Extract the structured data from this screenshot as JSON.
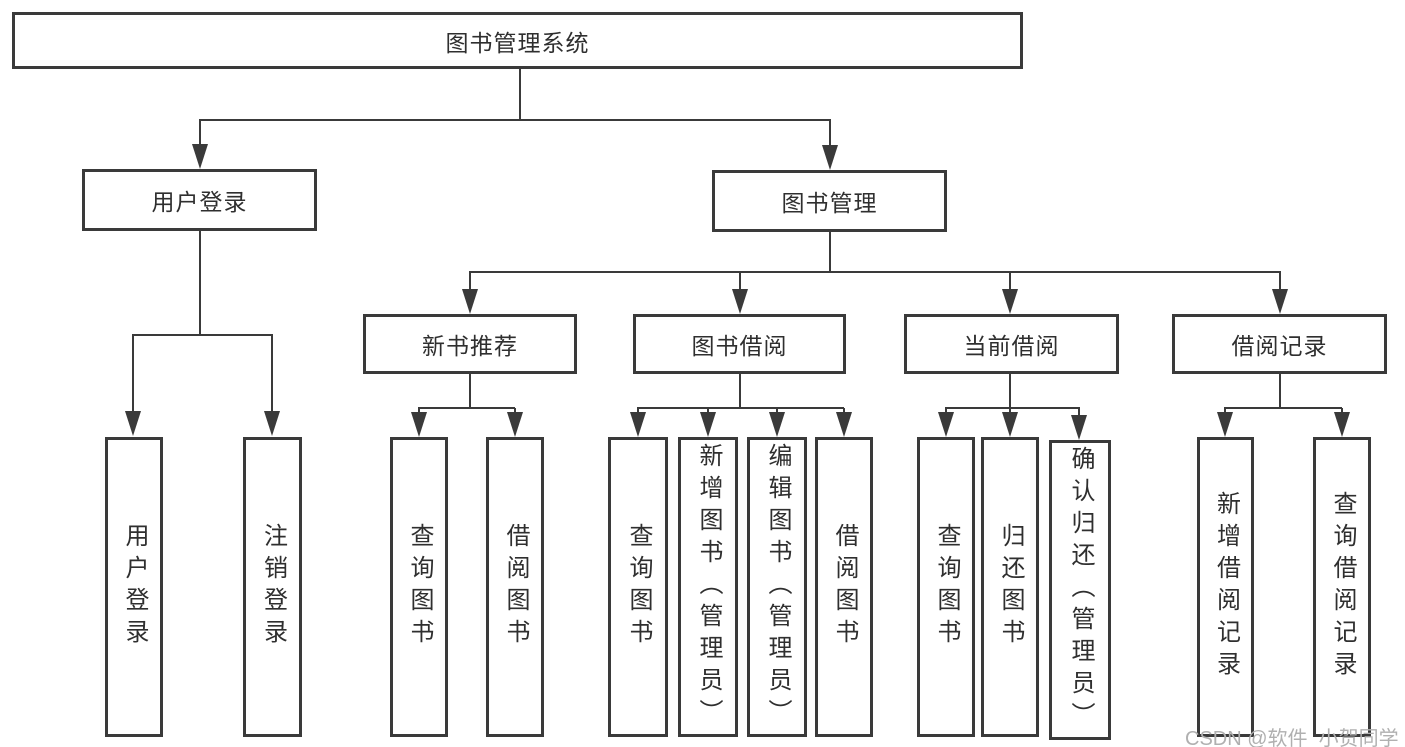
{
  "diagram_type": "functional-structure-tree",
  "tree": {
    "label": "图书管理系统",
    "children": [
      {
        "label": "用户登录",
        "children": [
          {
            "label": "用户登录"
          },
          {
            "label": "注销登录"
          }
        ]
      },
      {
        "label": "图书管理",
        "children": [
          {
            "label": "新书推荐",
            "children": [
              {
                "label": "查询图书"
              },
              {
                "label": "借阅图书"
              }
            ]
          },
          {
            "label": "图书借阅",
            "children": [
              {
                "label": "查询图书"
              },
              {
                "label": "新增图书（管理员）"
              },
              {
                "label": "编辑图书（管理员）"
              },
              {
                "label": "借阅图书"
              }
            ]
          },
          {
            "label": "当前借阅",
            "children": [
              {
                "label": "查询图书"
              },
              {
                "label": "归还图书"
              },
              {
                "label": "确认归还（管理员）"
              }
            ]
          },
          {
            "label": "借阅记录",
            "children": [
              {
                "label": "新增借阅记录"
              },
              {
                "label": "查询借阅记录"
              }
            ]
          }
        ]
      }
    ]
  },
  "watermark": {
    "text": "CSDN @软件_小贺同学"
  },
  "colors": {
    "background": "#ffffff",
    "box_border": "#3a3a3a",
    "connector_line": "#3a3a3a",
    "text": "#2f2f2f",
    "watermark": "#b0b0b0"
  }
}
